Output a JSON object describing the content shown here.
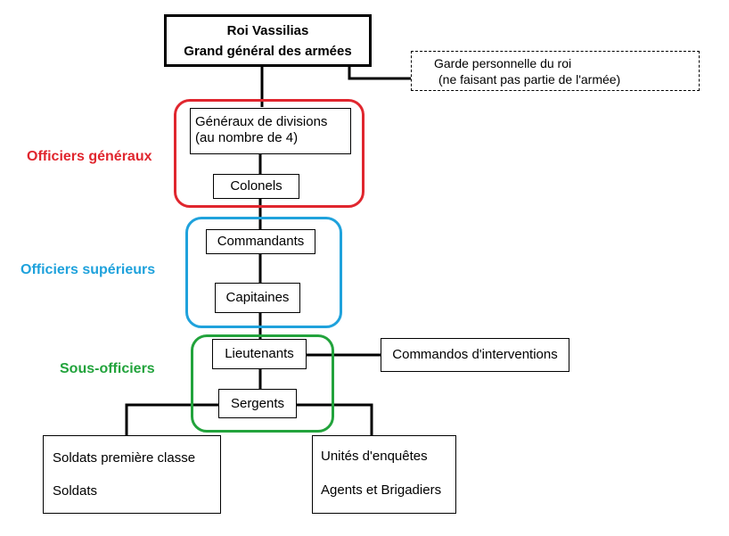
{
  "colors": {
    "general": "#e0262e",
    "superieur": "#1fa2dc",
    "sous": "#22a33c",
    "line": "#000000"
  },
  "top": {
    "line1": "Roi Vassilias",
    "line2": "Grand général des armées"
  },
  "garde": {
    "line1": "Garde personnelle du roi",
    "line2": "(ne faisant pas partie de l'armée)"
  },
  "groups": {
    "generaux": "Officiers généraux",
    "superieurs": "Officiers supérieurs",
    "sous": "Sous-officiers"
  },
  "nodes": {
    "generaux_div_1": "Généraux de divisions",
    "generaux_div_2": "(au nombre de 4)",
    "colonels": "Colonels",
    "commandants": "Commandants",
    "capitaines": "Capitaines",
    "lieutenants": "Lieutenants",
    "commandos": "Commandos d'interventions",
    "sergents": "Sergents",
    "soldats_pc": "Soldats première classe",
    "soldats": "Soldats",
    "unites": "Unités d'enquêtes",
    "agents": "Agents et Brigadiers"
  }
}
